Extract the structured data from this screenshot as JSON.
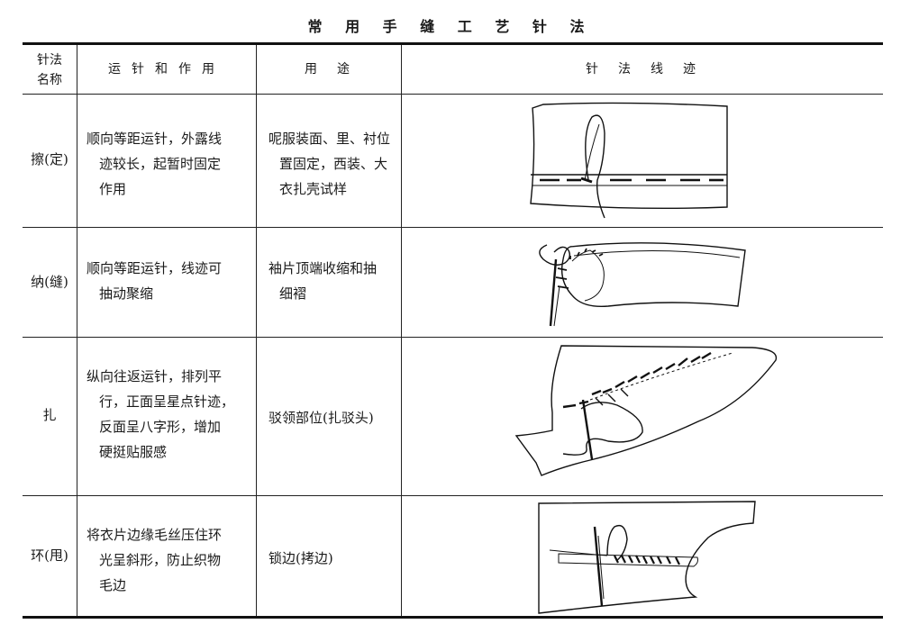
{
  "title": "常 用 手 缝 工 艺 针 法",
  "headers": {
    "name": [
      "针法",
      "名称"
    ],
    "action": "运针和作用",
    "usage": "用　途",
    "trace": "针　法　线　迹"
  },
  "rows": [
    {
      "name": "擦(定)",
      "action": [
        "顺向等距运针，外露线",
        "迹较长，起暂时固定",
        "作用"
      ],
      "usage": [
        "呢服装面、里、衬位",
        "置固定，西装、大",
        "衣扎壳试样"
      ]
    },
    {
      "name": "纳(缝)",
      "action": [
        "顺向等距运针，线迹可",
        "抽动聚缩"
      ],
      "usage": [
        "袖片顶端收缩和抽",
        "细褶"
      ]
    },
    {
      "name": "扎",
      "action": [
        "纵向往返运针，排列平",
        "行，正面呈星点针迹，",
        "反面呈八字形，增加",
        "硬挺贴服感"
      ],
      "usage": [
        "驳领部位(扎驳头)"
      ]
    },
    {
      "name": "环(甩)",
      "action": [
        "将衣片边缘毛丝压住环",
        "光呈斜形，防止织物",
        "毛边"
      ],
      "usage": [
        "锁边(拷边)"
      ]
    }
  ]
}
